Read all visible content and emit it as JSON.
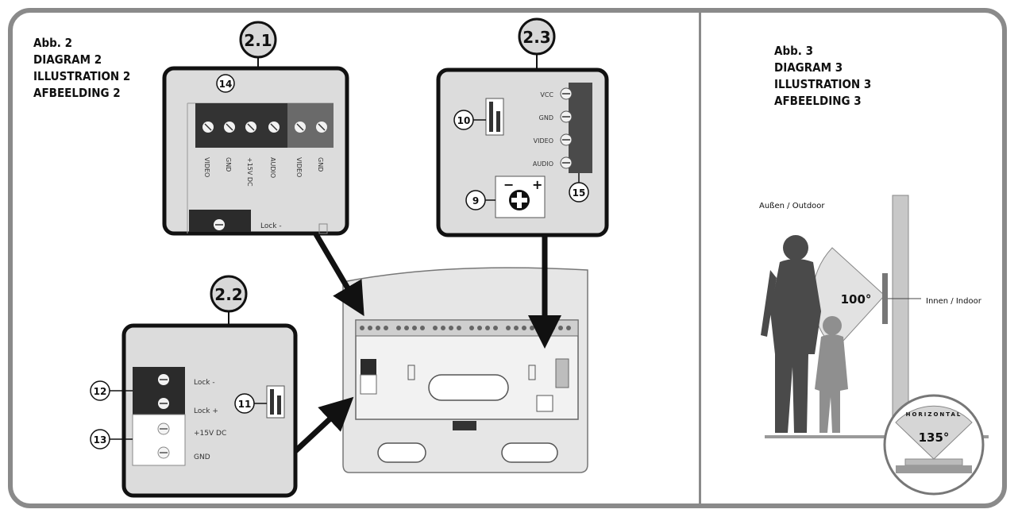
{
  "figure2": {
    "heading": [
      "Abb. 2",
      "DIAGRAM 2",
      "ILLUSTRATION 2",
      "AFBEELDING 2"
    ],
    "callouts": {
      "c21": "2.1",
      "c22": "2.2",
      "c23": "2.3"
    },
    "panel21": {
      "marker": "14",
      "terminal_labels": [
        "VIDEO",
        "GND",
        "+15V DC",
        "AUDIO",
        "VIDEO",
        "GND"
      ],
      "lock_label": "Lock -"
    },
    "panel22": {
      "markers": {
        "m12": "12",
        "m13": "13",
        "m11": "11"
      },
      "terminal_labels": [
        "Lock -",
        "Lock +",
        "+15V DC",
        "GND"
      ]
    },
    "panel23": {
      "markers": {
        "m10": "10",
        "m9": "9",
        "m15": "15"
      },
      "terminal_labels": [
        "VCC",
        "GND",
        "VIDEO",
        "AUDIO"
      ]
    }
  },
  "figure3": {
    "heading": [
      "Abb. 3",
      "DIAGRAM 3",
      "ILLUSTRATION 3",
      "AFBEELDING 3"
    ],
    "outdoor_label": "Außen / Outdoor",
    "indoor_label": "Innen / Indoor",
    "vertical_angle": "100°",
    "horizontal_label": "HORIZONTAL",
    "horizontal_angle": "135°"
  },
  "colors": {
    "frame": "#8a8a8a",
    "panel_fill": "#dcdcdc",
    "terminal_dark": "#2b2b2b",
    "silhouette_dark": "#4a4a4a",
    "silhouette_light": "#8f8f8f"
  }
}
